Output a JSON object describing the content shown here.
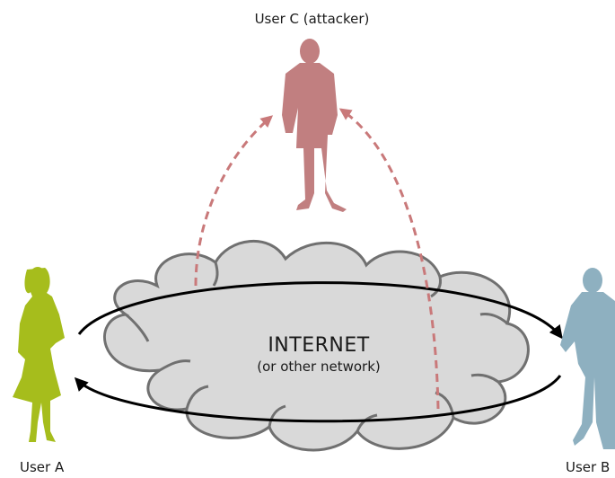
{
  "labels": {
    "attacker": "User C (attacker)",
    "user_a": "User A",
    "user_b": "User B"
  },
  "network": {
    "title": "INTERNET",
    "subtitle": "(or other network)"
  },
  "colors": {
    "user_a": "#a6bd1c",
    "user_b": "#8eb0c0",
    "attacker": "#c17f80",
    "cloud_fill": "#d9d9d9",
    "cloud_stroke": "#707070",
    "link": "#000000",
    "intercept": "#c9797a"
  },
  "icons": {
    "user_a": "woman-silhouette-icon",
    "user_b": "man-silhouette-icon",
    "attacker": "man-silhouette-icon"
  }
}
